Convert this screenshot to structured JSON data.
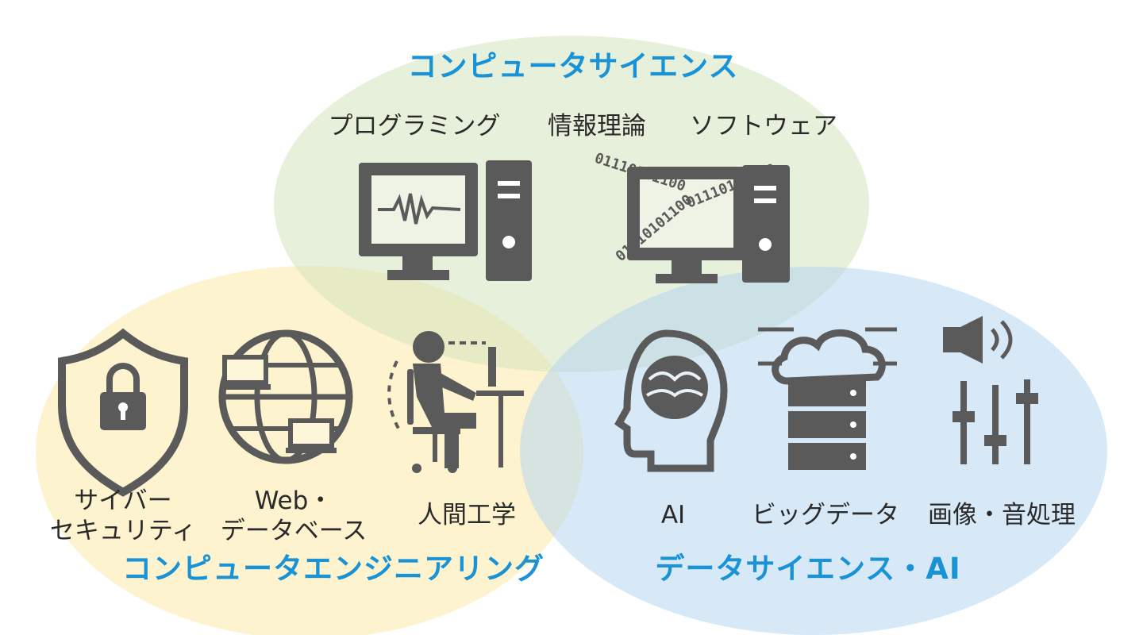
{
  "sets": [
    {
      "id": "cs",
      "title": "コンピュータサイエンス",
      "color": "#e3eed4"
    },
    {
      "id": "ce",
      "title": "コンピュータエンジニアリング",
      "color": "#fdf3c8"
    },
    {
      "id": "ds",
      "title": "データサイエンス・AI",
      "color": "#cfe4f4"
    }
  ],
  "cs_topics": {
    "programming": "プログラミング",
    "theory": "情報理論",
    "software": "ソフトウェア"
  },
  "ce_topics": {
    "security_line1": "サイバー",
    "security_line2": "セキュリティ",
    "web_line1": "Web・",
    "web_line2": "データベース",
    "ergonomics": "人間工学"
  },
  "ds_topics": {
    "ai": "AI",
    "bigdata": "ビッグデータ",
    "media": "画像・音処理"
  },
  "binary_text": "01110101100",
  "heading_color": "#1a93d6",
  "icon_color": "#5a5a5a",
  "icons": [
    "monitor-waveform-icon",
    "tower-icon",
    "monitor-binary-icon",
    "shield-lock-icon",
    "globe-laptops-icon",
    "person-desk-icon",
    "head-brain-icon",
    "cloud-server-icon",
    "speaker-mixer-icon"
  ]
}
